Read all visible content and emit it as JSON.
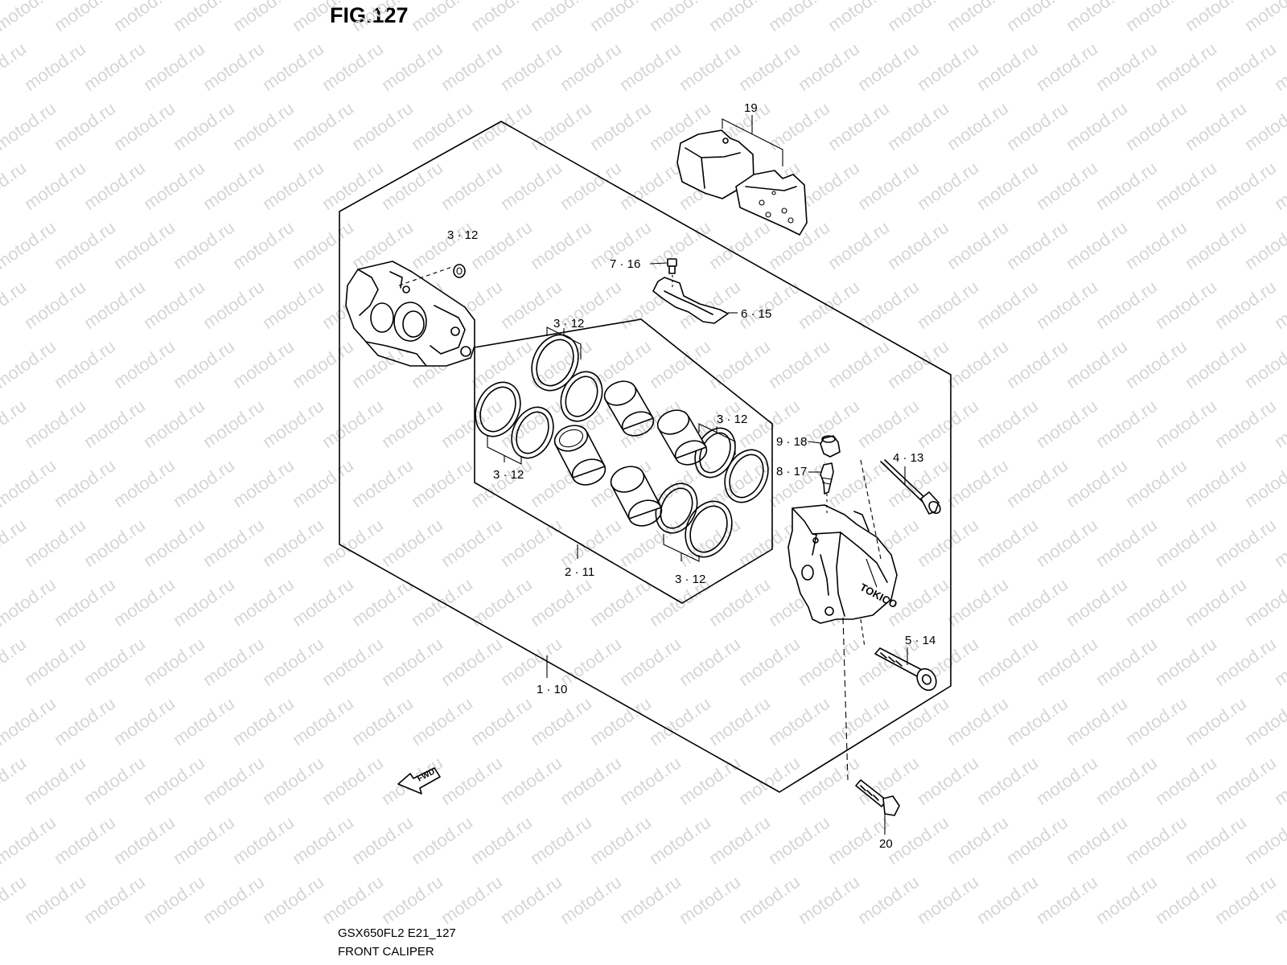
{
  "figure": {
    "title": "FIG.127",
    "model_code": "GSX650FL2 E21_127",
    "name": "FRONT CALIPER"
  },
  "watermark": {
    "text": "motod.ru"
  },
  "fwd_marker": {
    "text": "FWD"
  },
  "callouts": {
    "pads": "19",
    "bracket_bolt": "7 · 16",
    "pad_spring": "6 · 15",
    "seal_top_left": "3 · 12",
    "seal_piston_top": "3 · 12",
    "seal_piston_left": "3 · 12",
    "seal_piston_right": "3 · 12",
    "seal_piston_bottom": "3 · 12",
    "bleeder_cap": "9 · 18",
    "bleeder_valve": "8 · 17",
    "pad_pin": "4 · 13",
    "caliper_bolt": "5 · 14",
    "piston_set": "2 · 11",
    "caliper_assy": "1 · 10",
    "mount_bolt": "20"
  },
  "caliper_marking": "TOKICO"
}
